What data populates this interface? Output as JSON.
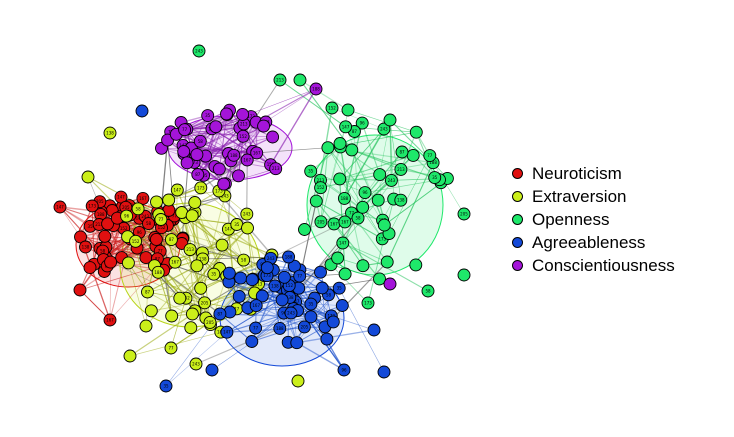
{
  "legend": {
    "items": [
      {
        "label": "Neuroticism",
        "color": "#e01010"
      },
      {
        "label": "Extraversion",
        "color": "#cbef1a"
      },
      {
        "label": "Openness",
        "color": "#1ee86a"
      },
      {
        "label": "Agreeableness",
        "color": "#1349d8"
      },
      {
        "label": "Conscientiousness",
        "color": "#a414d9"
      }
    ]
  },
  "node_label_samples": [
    "58",
    "112",
    "87",
    "227",
    "173",
    "232",
    "188",
    "107",
    "152",
    "197",
    "213",
    "183",
    "167",
    "62",
    "77",
    "131",
    "243",
    "202",
    "138",
    "72",
    "147",
    "217",
    "35",
    "29",
    "96",
    "166",
    "205",
    "192"
  ]
}
